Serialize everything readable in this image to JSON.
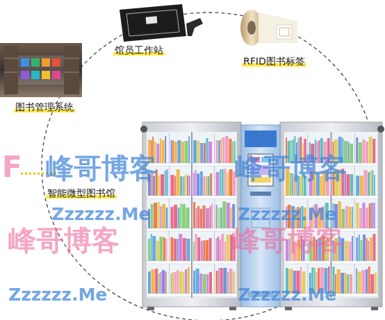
{
  "diagram": {
    "labels": [
      "馆员工作站",
      "RFID图书标签",
      "图书管理系统",
      "智能微型图书馆",
      "F",
      "峰哥博客",
      "峰哥博客",
      "Zzzzzz.Me",
      "Zzzzzz.Me",
      "峰哥博客",
      "峰哥博客",
      "Zzzzzz.Me",
      "Zzzzzz.Me"
    ]
  }
}
